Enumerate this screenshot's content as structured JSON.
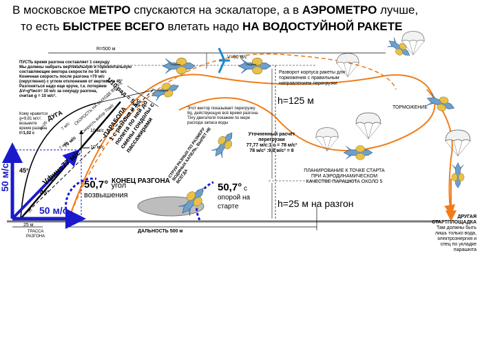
{
  "header": {
    "line1_p1": "В московское ",
    "line1_b1": "МЕТРО",
    "line1_p2": " спускаются на эскалаторе, а в ",
    "line1_b2": "АЭРОМЕТРО",
    "line1_p3": " лучше,",
    "line2_p1": "то есть ",
    "line2_b1": "БЫСТРЕЕ ВСЕГО",
    "line2_p2": " влетать надо ",
    "line2_b2": "НА ВОДОСТУЙНОЙ РАКЕТЕ"
  },
  "left_notes": {
    "l1": "ПУСТЬ время разгона составляет 1 секунду",
    "l2": "Мы должны набрать вертикальную и горизонтальную",
    "l3": "составляющие вектора скорости по 50 м/с",
    "l4": "Конечная скорость после разгона =70 м/с",
    "l5": "(округленно) с углом отклонения от вертикали 45°",
    "l6": "Разгоняться надо еще круче, т.к. потеряем",
    "l7": "ΔV≈g*tисп= 10 м/с за секунду разгона,",
    "l8": "считая g = 10 м/с²."
  },
  "side_notes": {
    "s1": "Кому нравится",
    "s2": "g=9,81 м/с²,",
    "s3": "возьмите",
    "s4": "время разгона",
    "s5": "t=1,02 c"
  },
  "labels": {
    "radius": "R=500 м",
    "v50": "V=50 м/с",
    "arc": "ДУГА",
    "r25": "R=25",
    "angle_ratio": "1/10 рад = 5,7°",
    "parabola_title": "ПАРАБОЛА",
    "parabola_1": "1 с разгона и 5 с",
    "parabola_2": "полета по ней до",
    "parabola_3": "смены гондолы с",
    "parabola_4": "пассажирами",
    "dv10a": "10 м/с",
    "dv10b": "10 м/с",
    "v7a": "7 м/с",
    "v7b": "7 м/с",
    "v50_vertical": "50 м/с",
    "v50_horizontal": "50 м/с",
    "vfin": "Vфин=77 м/с",
    "v70": "70 м/с",
    "angle45a": "45°",
    "angle45b": "45°",
    "angle_mark": "45°",
    "end_accel": "КОНЕЦ РАЗГОНА",
    "angle_big": "50,7°",
    "angle_word1": "угол",
    "angle_word2": "возвышения",
    "angle_big2": "50,7°",
    "support1": " с",
    "support2": "опорой на",
    "support3": "старте",
    "jets": "СТРУИ РАЗНЫХ ПО РАЗМЕРУ ВОДЯНЫХ КАПЕЛЬ, ВЫЛЕТ НЕ ВСЕГДА",
    "vector_note1": "Этот вектор показывает перегрузку",
    "vector_note2": "8g, действующую всё время разгона.",
    "vector_note3": "Тягу двигателя покажем по мере",
    "vector_note4": "расхода запаса воды",
    "h125": "h=125 м",
    "h25": "h=25 м",
    "h25_tail": " на разгон",
    "refined1": "Уточненный расчёт",
    "refined2": "перегрузки",
    "refined3": "77,77 м/с:1 с = 78 м/с²",
    "refined4": "78 м/с² :9,8 м/с² = 8",
    "turn1": "Разворот корпуса ракеты для",
    "turn2": "торможения с правильным",
    "turn3": "направлением перегрузки",
    "braking": "ТОРМОЖЕНИЕ",
    "plan1": "ПЛАНИРОВАНИЕ К ТОЧКЕ СТАРТА",
    "plan2": "ПРИ АЭРОДИНАМИЧЕСКОМ",
    "plan3": "КАЧЕСТВЕ ПАРАШЮТА ОКОЛО 5",
    "other1": "ДРУГАЯ",
    "other2": "СТАРТПЛОЩАДКА",
    "other3": "Там должны быть",
    "other4": "лишь только вода,",
    "other5": "электроэнергия и",
    "other6": "спец по укладке",
    "other7": "парашюта",
    "range": "ДАЛЬНОСТЬ 500 м",
    "track25": "25 м",
    "track_label1": "ТРАССА",
    "track_label2": "РАЗГОНА",
    "speed_label": "СКОРОСТЬ НА ВЫХОДЕ ВВЕРХ",
    "speed_label2": "Скорость вобор 70м/c",
    "gondola": "Гондола",
    "gondola2": "Гондола",
    "gondola3": "Гондола"
  },
  "colors": {
    "trajectory": "#f07c1a",
    "vector": "#1a1acc",
    "rocket": "#6f9fc9",
    "pod": "#e8c14a",
    "ground": "#777777"
  }
}
